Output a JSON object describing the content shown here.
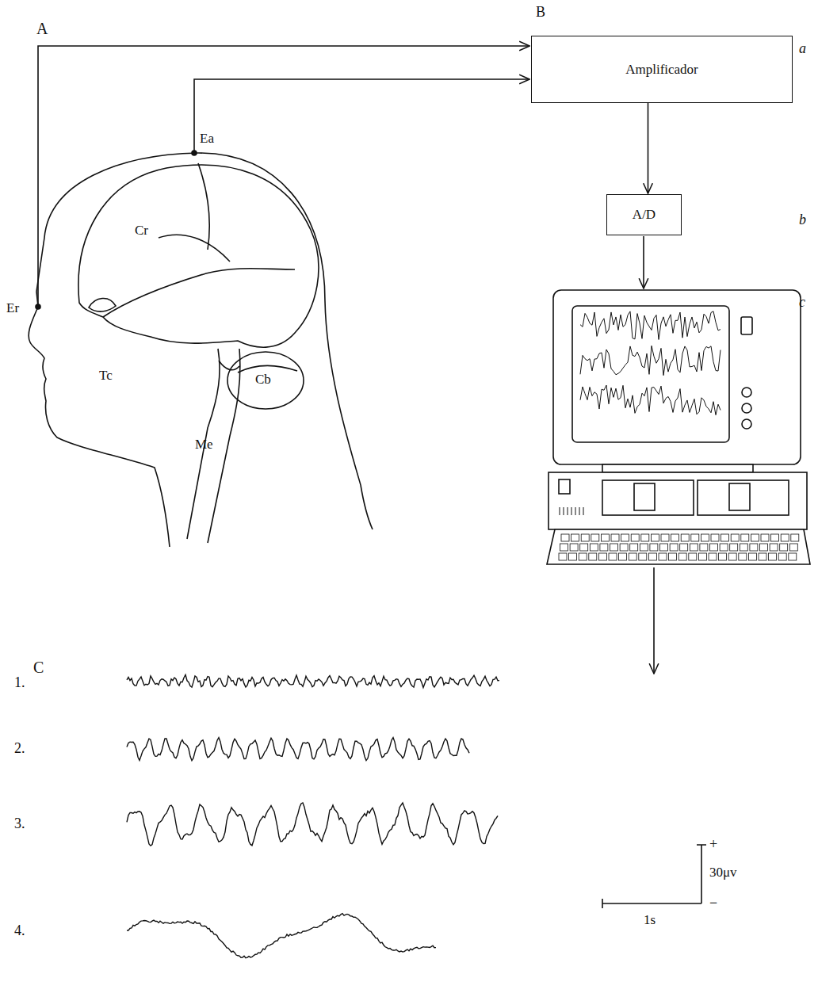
{
  "diagram": {
    "nodes": [
      {
        "text": [
          "Amplificador"
        ]
      },
      {
        "text": [
          "A/D"
        ]
      }
    ],
    "edges": [
      {
        "from": 0,
        "to": 1,
        "arrow": "to"
      }
    ],
    "labels": [
      "A",
      "B",
      "a",
      "b",
      "c",
      "Ea",
      "Cr",
      "Er",
      "Tc",
      "Cb",
      "Me",
      "C",
      "1.",
      "2.",
      "3.",
      "4.",
      "+",
      "30μv",
      "−",
      "1s"
    ]
  }
}
